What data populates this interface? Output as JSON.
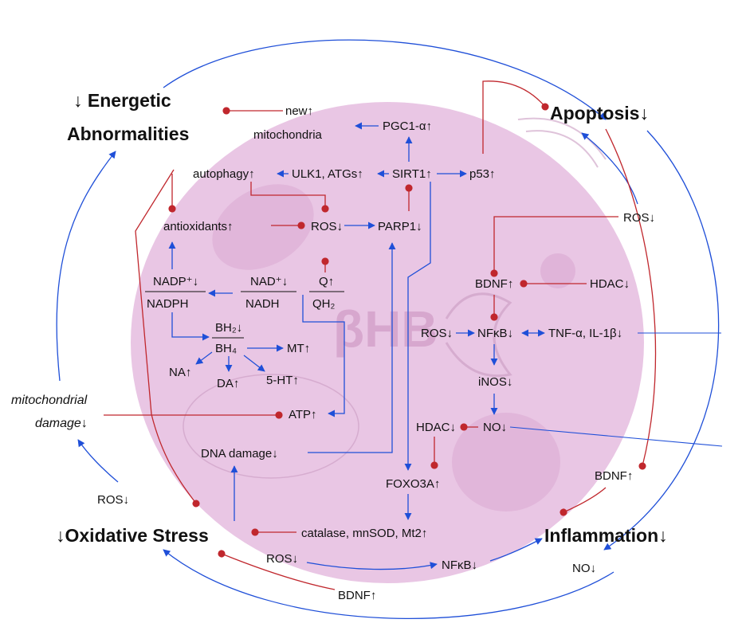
{
  "colors": {
    "activation": "#1f4fd8",
    "inhibition": "#c0272d",
    "cell": "#e9c6e4",
    "organelle": "#dba9d2",
    "text": "#111111"
  },
  "outcomes": {
    "energetic_line1": "↓ Energetic",
    "energetic_line2": "Abnormalities",
    "apoptosis": "Apoptosis↓",
    "oxidative": "↓Oxidative Stress",
    "inflammation": "Inflammation↓"
  },
  "watermark": "βHB",
  "nodes": {
    "new_mito_1": "new↑",
    "new_mito_2": "mitochondria",
    "pgc1a": "PGC1-α↑",
    "autophagy": "autophagy↑",
    "ulk1": "ULK1, ATGs↑",
    "sirt1": "SIRT1↑",
    "p53": "p53↑",
    "antioxidants": "antioxidants↑",
    "ros_center": "ROS↓",
    "parp1": "PARP1↓",
    "ros_right": "ROS↓",
    "nadp_top": "NADP⁺↓",
    "nadp_bottom": "NADPH",
    "nad_top": "NAD⁺↓",
    "nad_bottom": "NADH",
    "q_top": "Q↑",
    "q_bottom": "QH₂",
    "bdnf_right": "BDNF↑",
    "hdac_top": "HDAC↓",
    "bh2": "BH₂↓",
    "bh4": "BH₄",
    "mt": "MT↑",
    "na": "NA↑",
    "da": "DA↑",
    "ht5": "5-HT↑",
    "ros_nfkb": "ROS↓",
    "nfkb": "NFκB↓",
    "tnf": "TNF-α, IL-1β↓",
    "inos": "iNOS↓",
    "mito_damage_1": "mitochondrial",
    "mito_damage_2": "damage↓",
    "atp": "ATP↑",
    "hdac_mid": "HDAC↓",
    "no_mid": "NO↓",
    "dna_damage": "DNA damage↓",
    "foxo3a": "FOXO3A↑",
    "bdnf_lower_right": "BDNF↑",
    "ros_lower_left": "ROS↓",
    "catalase": "catalase, mnSOD, Mt2↑",
    "ros_bottom": "ROS↓",
    "nfkb_bottom": "NFκB↓",
    "no_bottom": "NO↓",
    "bdnf_bottom": "BDNF↑"
  }
}
